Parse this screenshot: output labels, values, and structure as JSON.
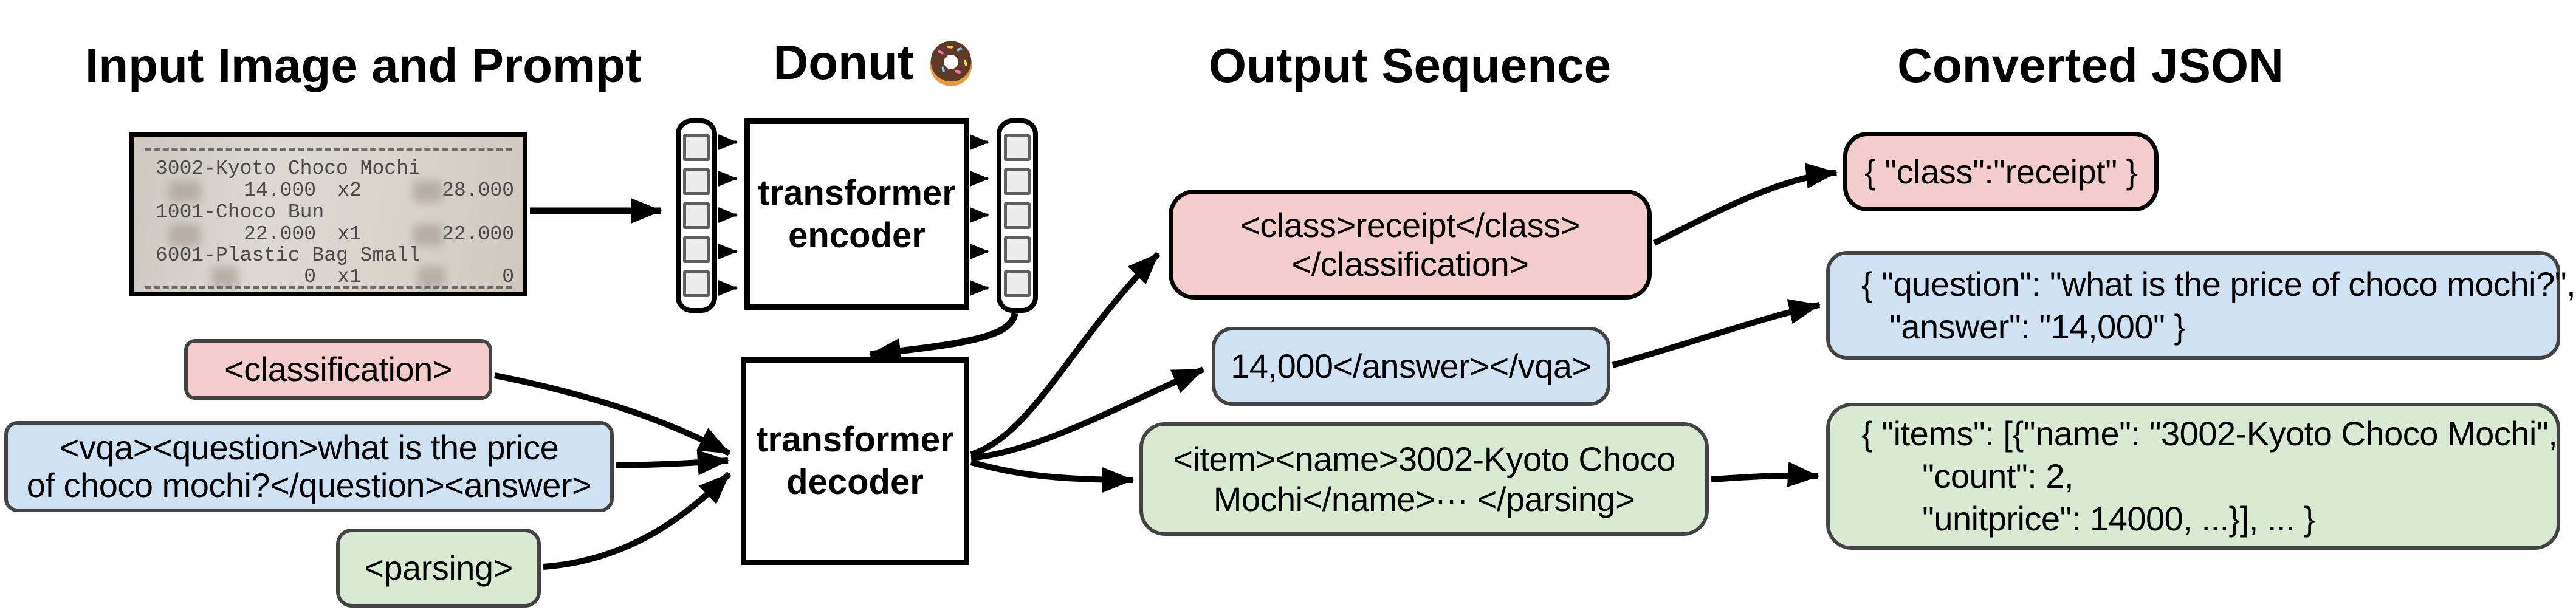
{
  "titles": {
    "input": "Input Image and Prompt",
    "model": "Donut",
    "model_emoji": "🍩",
    "output": "Output Sequence",
    "json": "Converted JSON"
  },
  "receipt": {
    "items": [
      {
        "name": "3002-Kyoto Choco Mochi",
        "unitprice": "14.000",
        "qty": "x2",
        "total": "28.000"
      },
      {
        "name": "1001-Choco Bun",
        "unitprice": "22.000",
        "qty": "x1",
        "total": "22.000"
      },
      {
        "name": "6001-Plastic Bag Small",
        "unitprice": "0",
        "qty": "x1",
        "total": "0"
      }
    ]
  },
  "model": {
    "encoder": {
      "line1": "transformer",
      "line2": "encoder"
    },
    "decoder": {
      "line1": "transformer",
      "line2": "decoder"
    }
  },
  "prompts": {
    "classification": {
      "text": "<classification>"
    },
    "vqa": {
      "line1": "<vqa><question>what is the price",
      "line2": "of choco mochi?</question><answer>"
    },
    "parsing": {
      "text": "<parsing>"
    }
  },
  "outputs": {
    "classification": {
      "line1": "<class>receipt</class>",
      "line2": "</classification>"
    },
    "vqa": {
      "text": "14,000</answer></vqa>"
    },
    "parsing": {
      "line1": "<item><name>3002-Kyoto Choco",
      "line2": "Mochi</name>··· </parsing>"
    }
  },
  "converted_json": {
    "classification": {
      "text": "{ \"class\":\"receipt\" }"
    },
    "vqa": {
      "line1": "{ \"question\": \"what is the price of choco mochi?\",",
      "line2": "\"answer\": \"14,000\" }"
    },
    "parsing": {
      "line1": "{ \"items\": [{\"name\": \"3002-Kyoto Choco Mochi\",",
      "line2": "\"count\": 2,",
      "line3": "\"unitprice\": 14000, ...}], ... }"
    }
  },
  "palette": {
    "classification_fill": "#f4cccc",
    "vqa_fill": "#cfe2f3",
    "parsing_fill": "#d9ead3",
    "box_border_gray": "#434343",
    "line_black": "#000000",
    "token_fill": "#ececec"
  }
}
